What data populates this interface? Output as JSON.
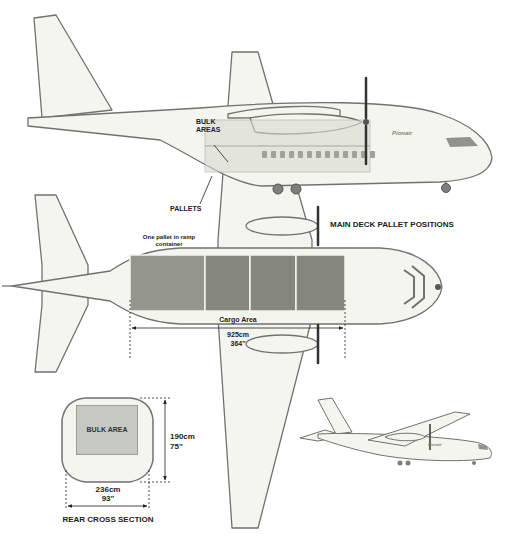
{
  "diagram": {
    "nodes": [
      {
        "text": [
          "BULK AREA"
        ]
      }
    ],
    "labels": [
      "BULK AREAS",
      "PALLETS",
      "Pionair",
      "MAIN DECK PALLET POSITIONS",
      "One pallet in ramp container",
      "Cargo Area",
      "925cm",
      "364\"",
      "190cm",
      "75\"",
      "236cm",
      "93\"",
      "REAR CROSS SECTION",
      "Pionair"
    ]
  }
}
